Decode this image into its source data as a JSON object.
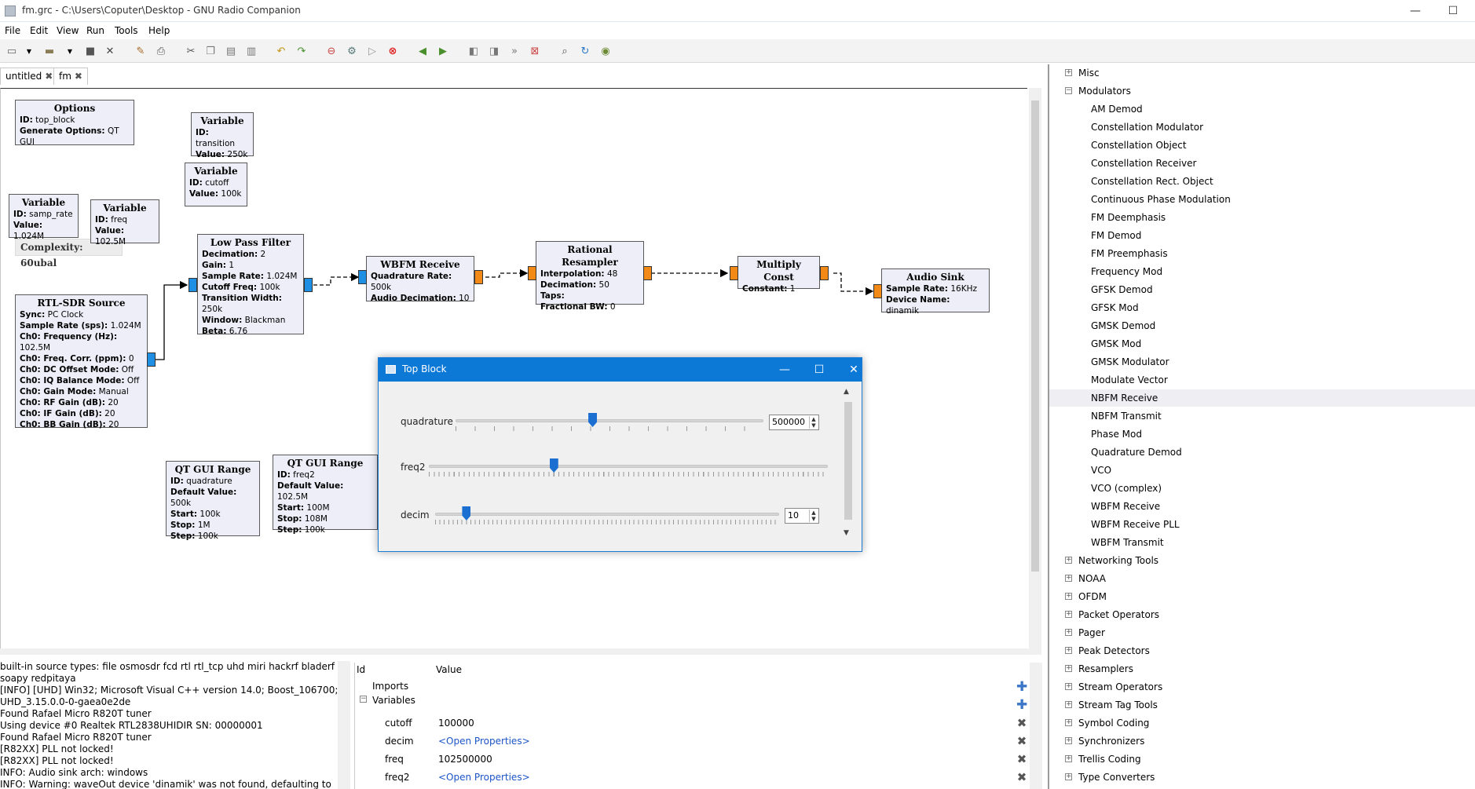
{
  "window": {
    "title": "fm.grc - C:\\Users\\Coputer\\Desktop - GNU Radio Companion",
    "minimize": "—",
    "maximize": "☐"
  },
  "menu": [
    "File",
    "Edit",
    "View",
    "Run",
    "Tools",
    "Help"
  ],
  "tabs": [
    {
      "label": "untitled"
    },
    {
      "label": "fm"
    }
  ],
  "complexity": "Complexity: 60ubal",
  "blocks": {
    "options": {
      "title": "Options",
      "rows": [
        [
          "ID:",
          "top_block"
        ],
        [
          "Generate Options:",
          "QT GUI"
        ]
      ]
    },
    "var_transition": {
      "title": "Variable",
      "rows": [
        [
          "ID:",
          "transition"
        ],
        [
          "Value:",
          "250k"
        ]
      ]
    },
    "var_cutoff": {
      "title": "Variable",
      "rows": [
        [
          "ID:",
          "cutoff"
        ],
        [
          "Value:",
          "100k"
        ]
      ]
    },
    "var_samp_rate": {
      "title": "Variable",
      "rows": [
        [
          "ID:",
          "samp_rate"
        ],
        [
          "Value:",
          "1.024M"
        ]
      ]
    },
    "var_freq": {
      "title": "Variable",
      "rows": [
        [
          "ID:",
          "freq"
        ],
        [
          "Value:",
          "102.5M"
        ]
      ]
    },
    "lpf": {
      "title": "Low Pass Filter",
      "rows": [
        [
          "Decimation:",
          "2"
        ],
        [
          "Gain:",
          "1"
        ],
        [
          "Sample Rate:",
          "1.024M"
        ],
        [
          "Cutoff Freq:",
          "100k"
        ],
        [
          "Transition Width:",
          "250k"
        ],
        [
          "Window:",
          "Blackman"
        ],
        [
          "Beta:",
          "6.76"
        ]
      ]
    },
    "rtl": {
      "title": "RTL-SDR Source",
      "rows": [
        [
          "Sync:",
          "PC Clock"
        ],
        [
          "Sample Rate (sps):",
          "1.024M"
        ],
        [
          "Ch0: Frequency (Hz):",
          "102.5M"
        ],
        [
          "Ch0: Freq. Corr. (ppm):",
          "0"
        ],
        [
          "Ch0: DC Offset Mode:",
          "Off"
        ],
        [
          "Ch0: IQ Balance Mode:",
          "Off"
        ],
        [
          "Ch0: Gain Mode:",
          "Manual"
        ],
        [
          "Ch0: RF Gain (dB):",
          "20"
        ],
        [
          "Ch0: IF Gain (dB):",
          "20"
        ],
        [
          "Ch0: BB Gain (dB):",
          "20"
        ]
      ]
    },
    "wbfm": {
      "title": "WBFM Receive",
      "rows": [
        [
          "Quadrature Rate:",
          "500k"
        ],
        [
          "Audio Decimation:",
          "10"
        ]
      ]
    },
    "resampler": {
      "title": "Rational Resampler",
      "rows": [
        [
          "Interpolation:",
          "48"
        ],
        [
          "Decimation:",
          "50"
        ],
        [
          "Taps:",
          ""
        ],
        [
          "Fractional BW:",
          "0"
        ]
      ]
    },
    "mult": {
      "title": "Multiply Const",
      "rows": [
        [
          "Constant:",
          "1"
        ]
      ]
    },
    "sink": {
      "title": "Audio Sink",
      "rows": [
        [
          "Sample Rate:",
          "16KHz"
        ],
        [
          "Device Name:",
          "dinamik"
        ]
      ]
    },
    "range1": {
      "title": "QT GUI Range",
      "rows": [
        [
          "ID:",
          "quadrature"
        ],
        [
          "Default Value:",
          "500k"
        ],
        [
          "Start:",
          "100k"
        ],
        [
          "Stop:",
          "1M"
        ],
        [
          "Step:",
          "100k"
        ]
      ]
    },
    "range2": {
      "title": "QT GUI Range",
      "rows": [
        [
          "ID:",
          "freq2"
        ],
        [
          "Default Value:",
          "102.5M"
        ],
        [
          "Start:",
          "100M"
        ],
        [
          "Stop:",
          "108M"
        ],
        [
          "Step:",
          "100k"
        ]
      ]
    }
  },
  "topblock": {
    "title": "Top Block",
    "sliders": [
      {
        "label": "quadrature",
        "value": "500000",
        "fraction": 0.444
      },
      {
        "label": "freq2",
        "fraction": 0.3125
      },
      {
        "label": "decim",
        "value": "10",
        "fraction": 0.09
      }
    ]
  },
  "tree": {
    "categories_top": [
      {
        "label": "Misc",
        "expanded": false
      },
      {
        "label": "Modulators",
        "expanded": true
      }
    ],
    "modulators": [
      "AM Demod",
      "Constellation Modulator",
      "Constellation Object",
      "Constellation Receiver",
      "Constellation Rect. Object",
      "Continuous Phase Modulation",
      "FM Deemphasis",
      "FM Demod",
      "FM Preemphasis",
      "Frequency Mod",
      "GFSK Demod",
      "GFSK Mod",
      "GMSK Demod",
      "GMSK Mod",
      "GMSK Modulator",
      "Modulate Vector",
      "NBFM Receive",
      "NBFM Transmit",
      "Phase Mod",
      "Quadrature Demod",
      "VCO",
      "VCO (complex)",
      "WBFM Receive",
      "WBFM Receive PLL",
      "WBFM Transmit"
    ],
    "selected": "NBFM Receive",
    "categories_bottom": [
      "Networking Tools",
      "NOAA",
      "OFDM",
      "Packet Operators",
      "Pager",
      "Peak Detectors",
      "Resamplers",
      "Stream Operators",
      "Stream Tag Tools",
      "Symbol Coding",
      "Synchronizers",
      "Trellis Coding",
      "Type Converters"
    ]
  },
  "console": [
    "built-in source types: file osmosdr fcd rtl rtl_tcp uhd miri hackrf bladerf airspy",
    "soapy redpitaya",
    "[INFO] [UHD] Win32; Microsoft Visual C++ version 14.0; Boost_106700;",
    "UHD_3.15.0.0-0-gaea0e2de",
    "Found Rafael Micro R820T tuner",
    "Using device #0 Realtek RTL2838UHIDIR SN: 00000001",
    "Found Rafael Micro R820T tuner",
    "[R82XX] PLL not locked!",
    "[R82XX] PLL not locked!",
    "INFO: Audio sink arch: windows",
    "INFO: Warning: waveOut device 'dinamik' was not found, defaulting to"
  ],
  "props": {
    "col_id": "Id",
    "col_value": "Value",
    "imports": "Imports",
    "variables": "Variables",
    "rows": [
      {
        "id": "cutoff",
        "value": "100000",
        "link": false
      },
      {
        "id": "decim",
        "value": "<Open Properties>",
        "link": true
      },
      {
        "id": "freq",
        "value": "102500000",
        "link": false
      },
      {
        "id": "freq2",
        "value": "<Open Properties>",
        "link": true
      }
    ]
  },
  "colors": {
    "accent": "#0c79d7",
    "port_in": "#1f8fe4",
    "port_out": "#f38a17",
    "block_bg": "#eeeef8"
  }
}
